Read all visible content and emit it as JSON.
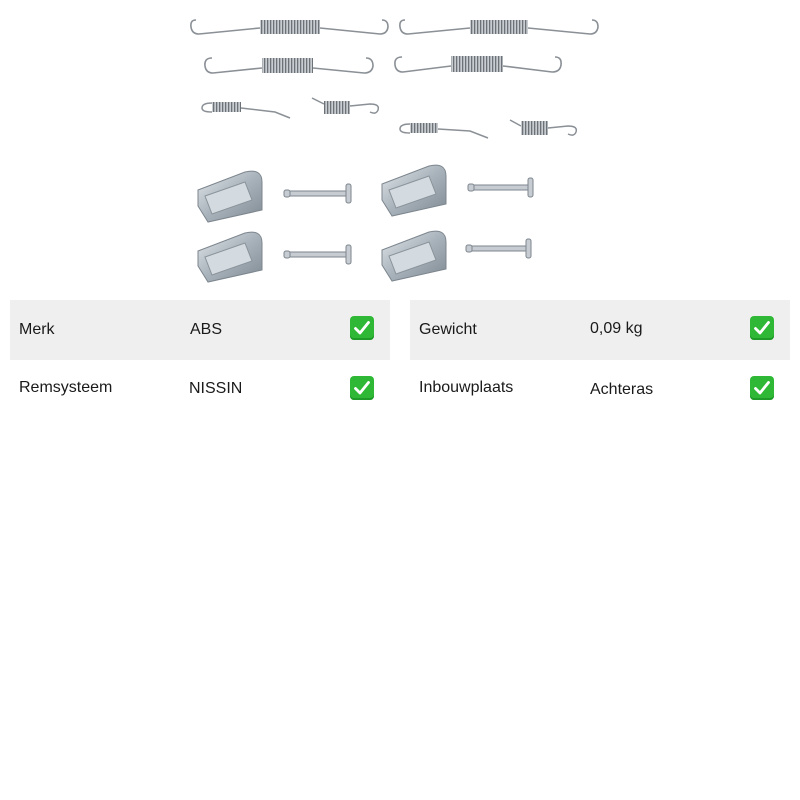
{
  "product": {
    "image_icon": "brake-shoe-fitting-kit-image"
  },
  "specs_left": [
    {
      "label": "Merk",
      "value": "ABS",
      "status_icon": "check-mark-icon",
      "status_color": "#2fb836"
    },
    {
      "label": "Remsysteem",
      "value": "NISSIN",
      "status_icon": "check-mark-icon",
      "status_color": "#2fb836"
    }
  ],
  "specs_right": [
    {
      "label": "Gewicht",
      "value": "0,09 kg",
      "status_icon": "check-mark-icon",
      "status_color": "#2fb836"
    },
    {
      "label": "Inbouwplaats",
      "value": "Achteras",
      "status_icon": "check-mark-icon",
      "status_color": "#2fb836"
    }
  ]
}
